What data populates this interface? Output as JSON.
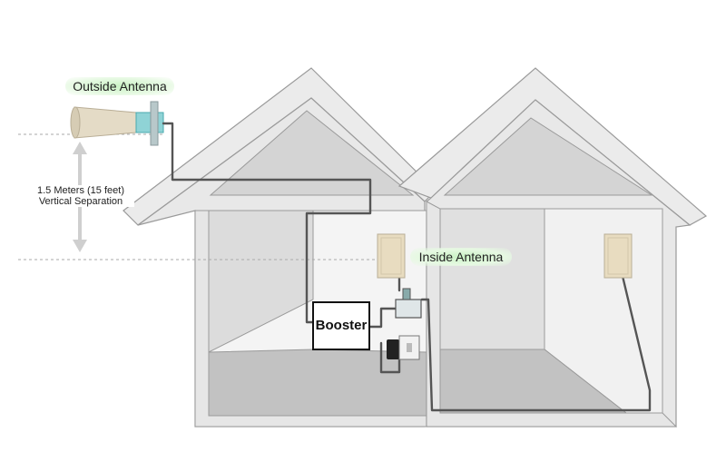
{
  "labels": {
    "outside_antenna": "Outside Antenna",
    "inside_antenna": "Inside Antenna",
    "separation_line1": "1.5 Meters (15 feet)",
    "separation_line2": "Vertical Separation",
    "booster": "Booster"
  },
  "colors": {
    "wall_light": "#e9e9e9",
    "wall_mid": "#d9d9d9",
    "floor": "#bdbdbd",
    "roof_inner": "#cfcfcf",
    "outline": "#9a9a9a",
    "cable": "#555555",
    "antenna_panel": "#e8dcc0",
    "label_highlight": "#c9f2c4"
  },
  "icons": [
    "yagi-antenna-icon",
    "panel-antenna-icon",
    "splitter-icon",
    "power-adapter-icon",
    "wall-outlet-icon"
  ]
}
